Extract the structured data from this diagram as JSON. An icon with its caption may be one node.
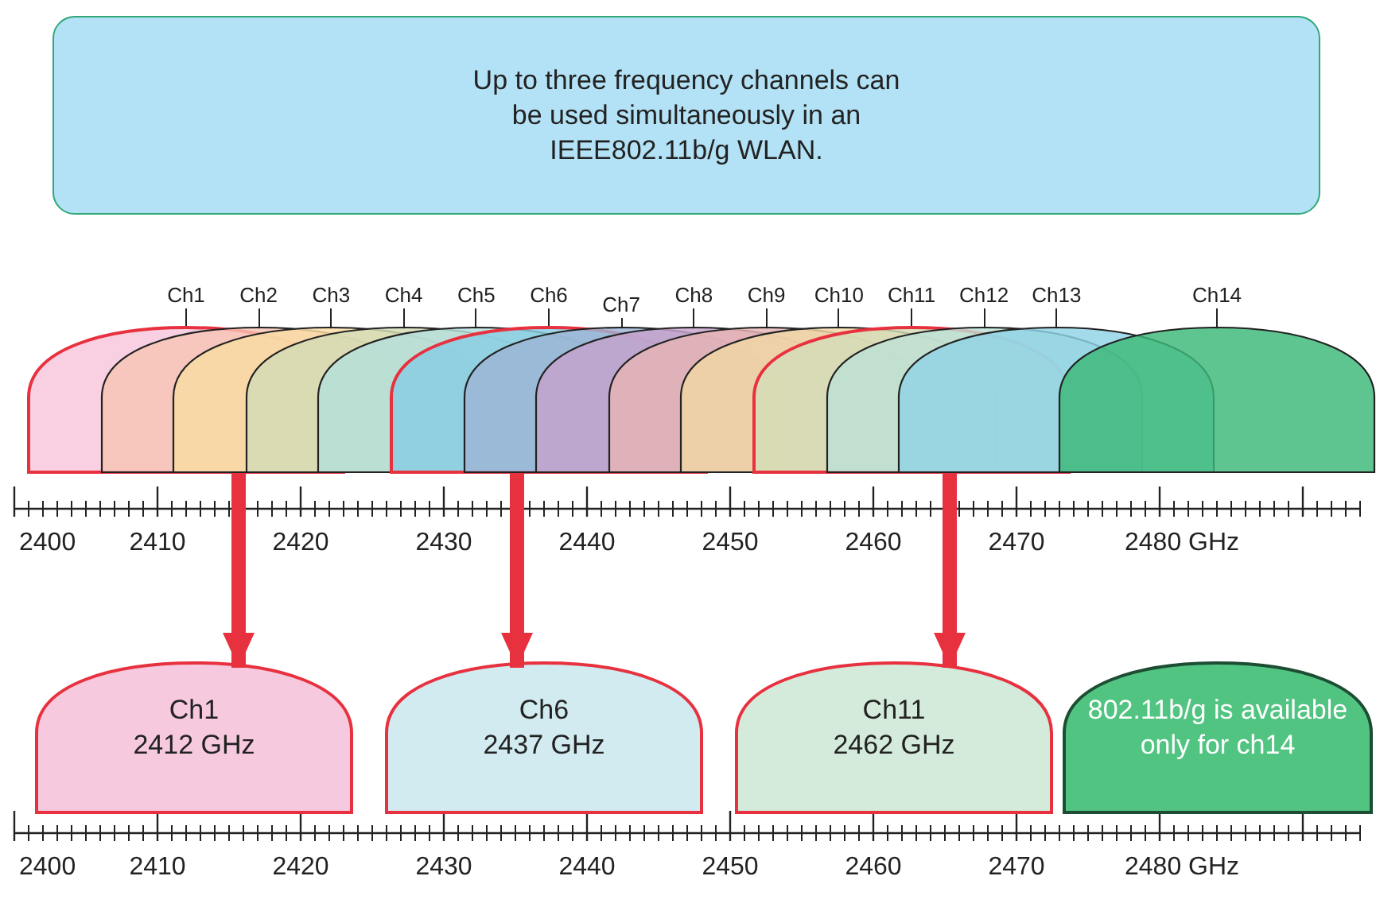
{
  "diagram": {
    "nodes": [
      {
        "text": [
          "Up to three frequency channels can be used simultaneously in an IEEE802.11b/g WLAN."
        ]
      },
      {
        "text": [
          "Ch1"
        ]
      },
      {
        "text": [
          "Ch2"
        ]
      },
      {
        "text": [
          "Ch3"
        ]
      },
      {
        "text": [
          "Ch4"
        ]
      },
      {
        "text": [
          "Ch5"
        ]
      },
      {
        "text": [
          "Ch6"
        ]
      },
      {
        "text": [
          "Ch7"
        ]
      },
      {
        "text": [
          "Ch8"
        ]
      },
      {
        "text": [
          "Ch9"
        ]
      },
      {
        "text": [
          "Ch10"
        ]
      },
      {
        "text": [
          "Ch11"
        ]
      },
      {
        "text": [
          "Ch12"
        ]
      },
      {
        "text": [
          "Ch13"
        ]
      },
      {
        "text": [
          "Ch14"
        ]
      },
      {
        "text": [
          "Ch1",
          "2412 GHz"
        ]
      },
      {
        "text": [
          "Ch6",
          "2437 GHz"
        ]
      },
      {
        "text": [
          "Ch11",
          "2462 GHz"
        ]
      },
      {
        "text": [
          "802.11b/g is available only for ch14"
        ]
      }
    ],
    "edges": [
      {
        "from": 1,
        "to": 15,
        "arrow": "to"
      },
      {
        "from": 6,
        "to": 16,
        "arrow": "to"
      },
      {
        "from": 11,
        "to": 17,
        "arrow": "to"
      }
    ],
    "labels": [
      "2400",
      "2410",
      "2420",
      "2430",
      "2440",
      "2450",
      "2460",
      "2470",
      "2480 GHz",
      "2400",
      "2410",
      "2420",
      "2430",
      "2440",
      "2450",
      "2460",
      "2470",
      "2480 GHz"
    ]
  }
}
